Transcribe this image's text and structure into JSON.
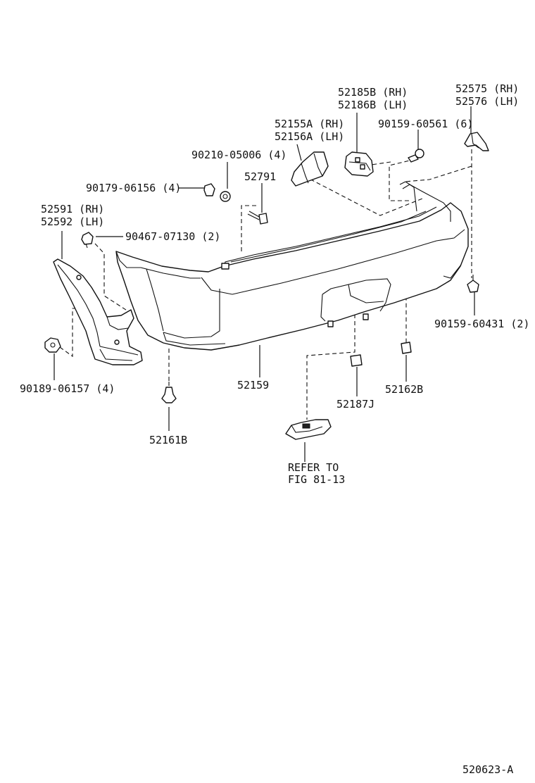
{
  "labels": {
    "p52575": "52575 (RH)",
    "p52576": "52576 (LH)",
    "p52185b": "52185B (RH)",
    "p52186b": "52186B (LH)",
    "p90159_60561": "90159-60561 (6)",
    "p52155a": "52155A (RH)",
    "p52156a": "52156A (LH)",
    "p90210": "90210-05006 (4)",
    "p52791": "52791",
    "p90179": "90179-06156 (4)",
    "p52591": "52591 (RH)",
    "p52592": "52592 (LH)",
    "p90467": "90467-07130 (2)",
    "p90159_60431": "90159-60431 (2)",
    "p90189": "90189-06157 (4)",
    "p52159": "52159",
    "p52187j": "52187J",
    "p52162b": "52162B",
    "p52161b": "52161B",
    "refer1": "REFER TO",
    "refer2": "FIG 81-13",
    "figure_id": "520623-A"
  }
}
